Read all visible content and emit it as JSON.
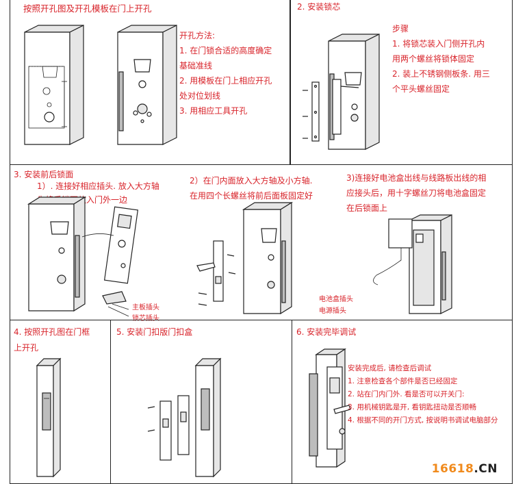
{
  "step1": {
    "title": "按照开孔图及开孔模板在门上开孔",
    "method_heading": "开孔方法:",
    "method_items": [
      "1. 在门锁合适的高度确定",
      "基础准线",
      "2. 用模板在门上相应开孔",
      "处对位划线",
      "3. 用相应工具开孔"
    ]
  },
  "step2": {
    "title": "2. 安装锁芯",
    "sub_heading": "步骤",
    "items": [
      "1. 将锁芯装入门侧开孔内",
      "用两个螺丝将锁体固定",
      "2. 装上不锈钢侧板条. 用三",
      "个平头螺丝固定"
    ]
  },
  "step3": {
    "title": "3. 安装前后锁面",
    "sub1": [
      "1）. 连接好相应插头. 放入大方轴",
      "先将后锁面放入门外一边"
    ],
    "sub2": [
      "2）在门内面放入大方轴及小方轴.",
      "在用四个长螺丝将前后面板固定好"
    ],
    "sub3": [
      "3)连接好电池盒出线与线路板出线的相",
      "应接头后，用十字螺丝刀将电池盒固定",
      "在后锁面上"
    ],
    "labels": {
      "main_board_plug": "主板插头",
      "lock_core_plug": "锁芯插头",
      "battery_box_plug": "电池盒插头",
      "power_plug": "电源插头"
    }
  },
  "step4": {
    "title": [
      "4. 按照开孔图在门框",
      "上开孔"
    ]
  },
  "step5": {
    "title": "5. 安装门扣版门扣盒"
  },
  "step6": {
    "title": "6. 安装完毕调试",
    "items": [
      "安装完成后, 请检查后调试",
      "1. 注意检查各个部件是否已经固定",
      "2. 站在门内门外. 看是否可以开关门:",
      "3. 用机械钥匙是开, 看钥匙扭动是否顺畅",
      "4. 根据不同的开门方式, 按说明书调试电脑部分"
    ]
  },
  "watermark": {
    "number": "16618",
    "suffix": ".CN"
  },
  "colors": {
    "accent": "#d8232a",
    "line": "#222222",
    "watermark_orange": "#f08a1c"
  }
}
